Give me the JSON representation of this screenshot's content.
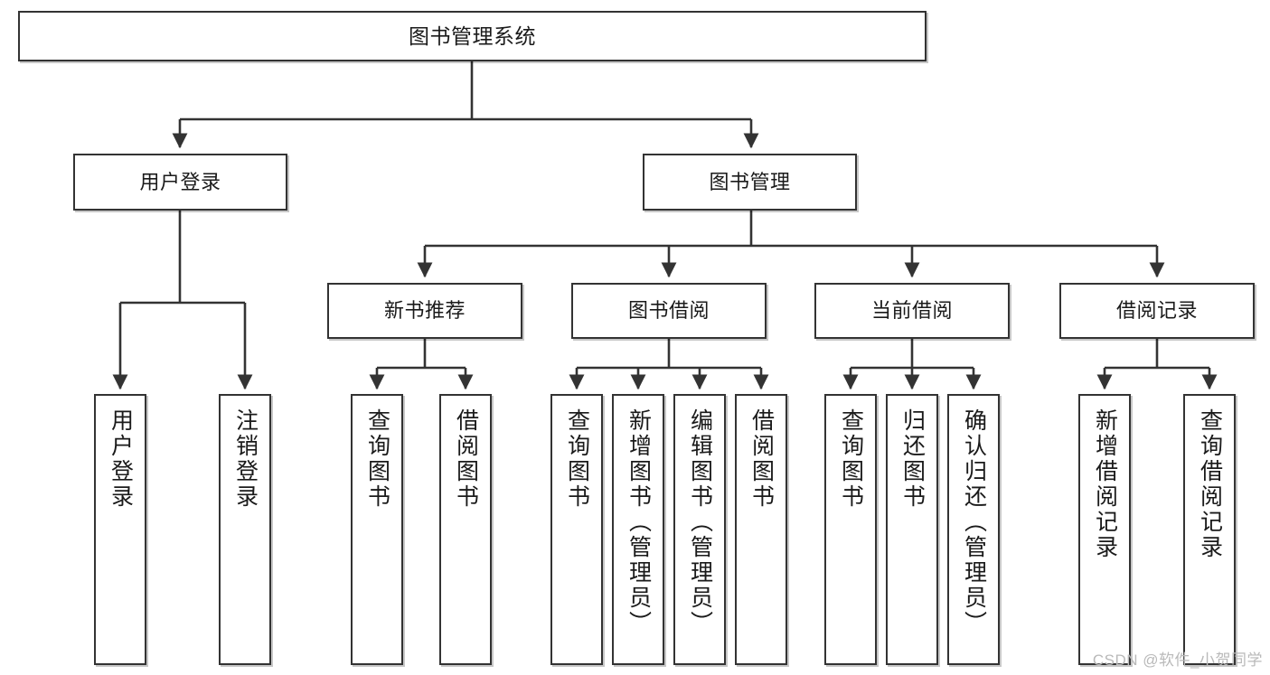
{
  "diagram": {
    "title": "图书管理系统",
    "type": "tree-hierarchy",
    "orientation": "top-down",
    "watermark": "CSDN @软件_小贺同学",
    "colors": {
      "node_border": "#333333",
      "node_fill": "#ffffff",
      "edge": "#333333",
      "text": "#1a1a1a",
      "watermark": "#b9b9b9",
      "background": "#ffffff"
    },
    "root": {
      "label": "图书管理系统"
    },
    "level2": [
      {
        "label": "用户登录"
      },
      {
        "label": "图书管理"
      }
    ],
    "level3": [
      {
        "label": "新书推荐"
      },
      {
        "label": "图书借阅"
      },
      {
        "label": "当前借阅"
      },
      {
        "label": "借阅记录"
      }
    ],
    "leaves": {
      "user_login": [
        {
          "label": "用户登录"
        },
        {
          "label": "注销登录"
        }
      ],
      "new_book_recommend": [
        {
          "label": "查询图书"
        },
        {
          "label": "借阅图书"
        }
      ],
      "book_borrow": [
        {
          "label": "查询图书"
        },
        {
          "label": "新增图书（管理员）"
        },
        {
          "label": "编辑图书（管理员）"
        },
        {
          "label": "借阅图书"
        }
      ],
      "current_borrow": [
        {
          "label": "查询图书"
        },
        {
          "label": "归还图书"
        },
        {
          "label": "确认归还（管理员）"
        }
      ],
      "borrow_record": [
        {
          "label": "新增借阅记录"
        },
        {
          "label": "查询借阅记录"
        }
      ]
    }
  }
}
